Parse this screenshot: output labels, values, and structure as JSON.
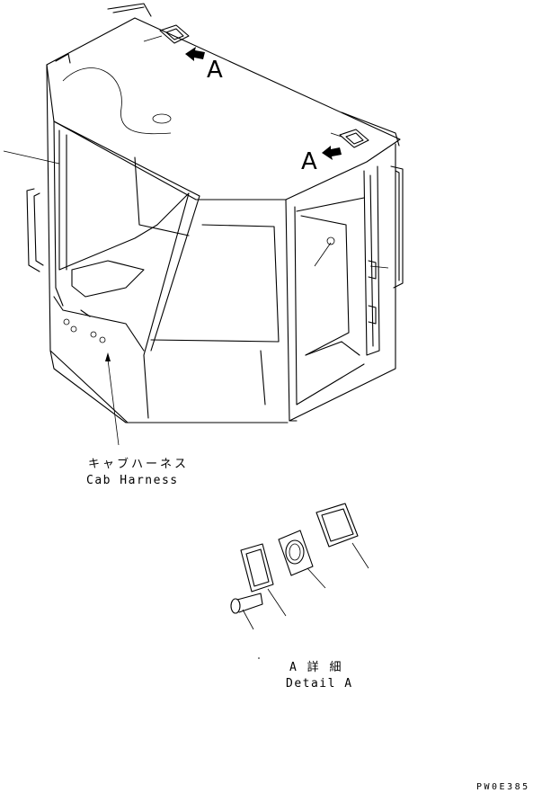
{
  "labels": {
    "view_a_top": "A",
    "view_a_right": "A",
    "harness_jp": "キャブハーネス",
    "harness_en": "Cab Harness",
    "detail_jp": "A 詳 細",
    "detail_en": "Detail A",
    "drawing_code": "PW0E385"
  },
  "colors": {
    "line": "#000000",
    "background": "#ffffff"
  }
}
